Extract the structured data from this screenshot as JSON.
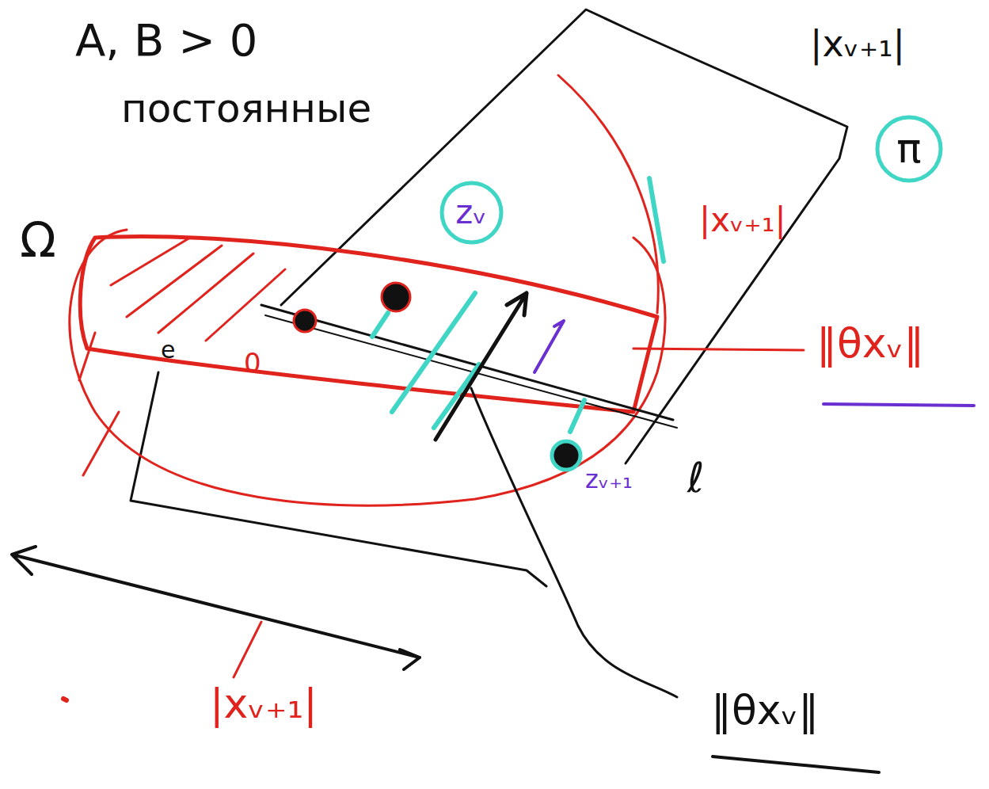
{
  "diagram": {
    "nodes": [
      {
        "text": [
          "π"
        ]
      },
      {
        "text": [
          "zᵥ"
        ]
      }
    ],
    "labels": [
      "A, B > 0",
      "постоянные",
      "Ω",
      "|xᵥ₊₁|",
      "|xᵥ₊₁|",
      "‖θxᵥ‖",
      "e",
      "0",
      "zᵥ₊₁",
      "ℓ",
      "|xᵥ₊₁|",
      "‖θxᵥ‖"
    ]
  }
}
